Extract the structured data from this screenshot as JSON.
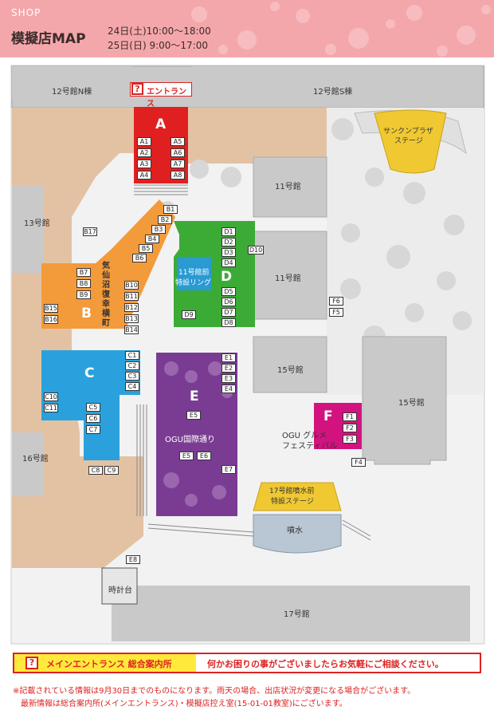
{
  "header": {
    "shop": "SHOP",
    "title": "模擬店MAP",
    "date1": "24日(土)10:00～18:00",
    "date2": "25日(日)  9:00～17:00"
  },
  "buildings": {
    "b12n": "12号館N棟",
    "b12s": "12号館S棟",
    "b13": "13号館",
    "b11a": "11号館",
    "b11b": "11号館",
    "b15a": "15号館",
    "b15b": "15号館",
    "b16": "16号館",
    "b17": "17号館",
    "clock": "時計台",
    "fountain": "噴水"
  },
  "entrance": "エントランス",
  "zones": {
    "a": "A",
    "b": "B",
    "c": "C",
    "d": "D",
    "e": "E",
    "f": "F",
    "b_street": "気仙沼復幸横町",
    "d_title1": "11号館前",
    "d_title2": "特設リング",
    "e_street": "OGU国際通り",
    "f_title1": "OGU グルメ",
    "f_title2": "フェスティバル",
    "sunken1": "サンクンプラザ",
    "sunken2": "ステージ",
    "stage17_1": "17号館噴水前",
    "stage17_2": "特設ステージ"
  },
  "stalls": {
    "A1": "A1",
    "A2": "A2",
    "A3": "A3",
    "A4": "A4",
    "A5": "A5",
    "A6": "A6",
    "A7": "A7",
    "A8": "A8",
    "B1": "B1",
    "B2": "B2",
    "B3": "B3",
    "B4": "B4",
    "B5": "B5",
    "B6": "B6",
    "B7": "B7",
    "B8": "B8",
    "B9": "B9",
    "B10": "B10",
    "B11": "B11",
    "B12": "B12",
    "B13": "B13",
    "B14": "B14",
    "B15": "B15",
    "B16": "B16",
    "B17": "B17",
    "C1": "C1",
    "C2": "C2",
    "C3": "C3",
    "C4": "C4",
    "C5": "C5",
    "C6": "C6",
    "C7": "C7",
    "C8": "C8",
    "C9": "C9",
    "C10": "C10",
    "C11": "C11",
    "D1": "D1",
    "D2": "D2",
    "D3": "D3",
    "D4": "D4",
    "D5": "D5",
    "D6": "D6",
    "D7": "D7",
    "D8": "D8",
    "D9": "D9",
    "D10": "D10",
    "E1": "E1",
    "E2": "E2",
    "E3": "E3",
    "E4": "E4",
    "E5a": "E5",
    "E5b": "E5",
    "E6": "E6",
    "E7": "E7",
    "E8": "E8",
    "F1": "F1",
    "F2": "F2",
    "F3": "F3",
    "F4": "F4",
    "F5": "F5",
    "F6": "F6"
  },
  "footer": {
    "icon": "?",
    "info_title": "メインエントランス 総合案内所",
    "info_msg": "何かお困りの事がございましたらお気軽にご相談ください。",
    "note1": "※記載されている情報は9月30日までのものになります。雨天の場合、出店状況が変更になる場合がございます。",
    "note2": "最新情報は総合案内所(メインエントランス)・模擬店控え室(15-01-01教室)にございます。"
  },
  "colors": {
    "header_bg": "#f4a7aa",
    "zone_a": "#e02020",
    "zone_b": "#f39a3b",
    "zone_c": "#2aa1dc",
    "zone_d": "#3bab35",
    "zone_e": "#7a3c93",
    "zone_f": "#d2137f"
  }
}
